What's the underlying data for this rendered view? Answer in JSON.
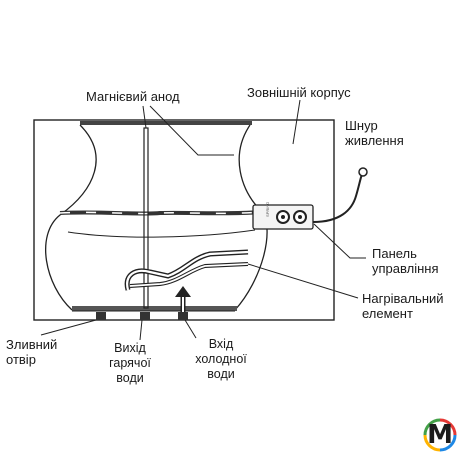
{
  "labels": {
    "magnesium_anode": "Магнієвий анод",
    "outer_casing": "Зовнішній корпус",
    "power_cord": [
      "Шнур",
      "живлення"
    ],
    "control_panel": [
      "Панель",
      "управління"
    ],
    "heating_element": [
      "Нагрівальний",
      "елемент"
    ],
    "drain_hole": [
      "Зливний",
      "отвір"
    ],
    "hot_water_outlet": [
      "Вихід",
      "гарячої",
      "води"
    ],
    "cold_water_inlet": [
      "Вхід",
      "холодної",
      "води"
    ]
  },
  "panel": {
    "brand_text": "SPRING"
  },
  "logo": {
    "letter": "M",
    "colors": [
      "#e53935",
      "#1e88e5",
      "#ffb300",
      "#43a047"
    ]
  }
}
